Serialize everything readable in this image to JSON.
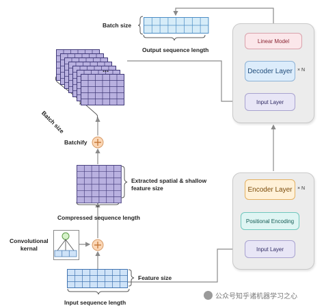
{
  "labels": {
    "batch_size_top": "Batch size",
    "output_seq_len": "Output sequence length",
    "batch_size_side": "Batch size",
    "batchify": "Batchify",
    "extracted_feature_line1": "Extracted spatial & shallow",
    "extracted_feature_line2": "feature size",
    "compressed_seq_len": "Compressed sequence length",
    "conv_kernel_line1": "Convolutional",
    "conv_kernel_line2": "kernal",
    "feature_size": "Feature size",
    "input_seq_len": "Input sequence length",
    "ellipsis": "..."
  },
  "decoder_stack": {
    "linear_model": "Linear Model",
    "decoder_layer": "Decoder Layer",
    "repeat": "× N",
    "input_layer": "Input Layer"
  },
  "encoder_stack": {
    "encoder_layer": "Encoder Layer",
    "repeat": "× N",
    "positional_encoding": "Positional Encoding",
    "input_layer": "Input Layer"
  },
  "watermark": "公众号知乎诸机器学习之心",
  "colors": {
    "output_grid": "#d6ecf8",
    "input_grid": "#cfe3f8",
    "purple_grid": "#b9b1e0",
    "plus_node": "#fbd7b6"
  }
}
